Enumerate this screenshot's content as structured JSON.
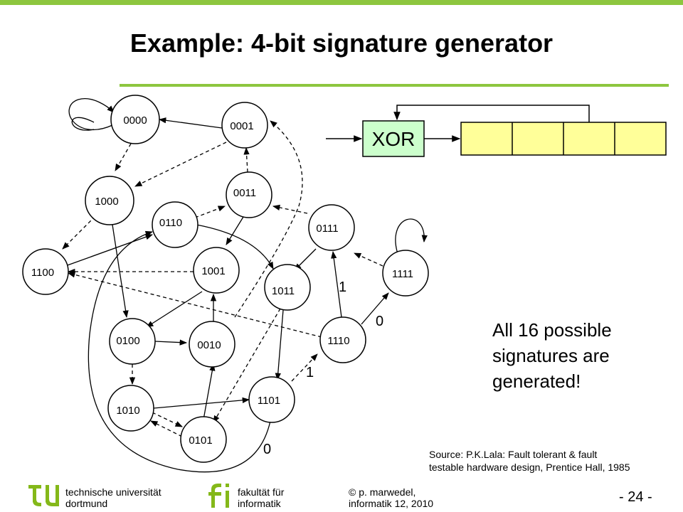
{
  "slide": {
    "title": "Example: 4-bit signature generator",
    "note_lines": [
      "All 16 possible",
      "signatures are",
      "generated!"
    ],
    "source_lines": [
      "Source: P.K.Lala: Fault tolerant & fault",
      "testable hardware design, Prentice Hall, 1985"
    ],
    "page_number": "- 24 -"
  },
  "diagram": {
    "nodes": [
      "0000",
      "0001",
      "1000",
      "0011",
      "0110",
      "0111",
      "1100",
      "1001",
      "1011",
      "1111",
      "0100",
      "0010",
      "1110",
      "1010",
      "1101",
      "0101"
    ],
    "edge_labels": [
      "1",
      "0",
      "1",
      "0"
    ],
    "xor_label": "XOR"
  },
  "footer": {
    "university_lines": [
      "technische universität",
      "dortmund"
    ],
    "faculty_lines": [
      "fakultät für",
      "informatik"
    ],
    "author_lines": [
      "© p. marwedel,",
      "informatik 12,  2010"
    ]
  },
  "colors": {
    "accent_green": "#8dc63f",
    "xor_fill": "#ccffcc",
    "register_fill": "#ffff99",
    "logo_green": "#84b819"
  }
}
